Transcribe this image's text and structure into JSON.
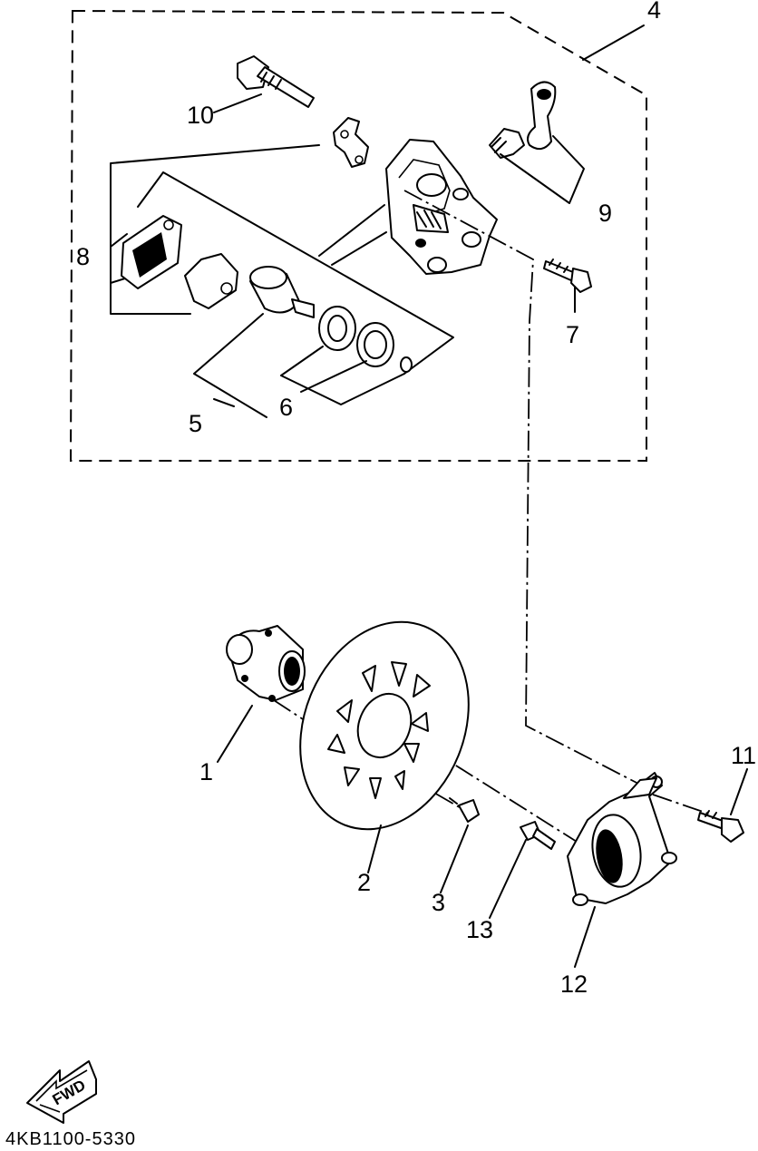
{
  "callouts": {
    "c1": "1",
    "c2": "2",
    "c3": "3",
    "c4": "4",
    "c5": "5",
    "c6": "6",
    "c7": "7",
    "c8": "8",
    "c9": "9",
    "c10": "10",
    "c11": "11",
    "c12": "12",
    "c13": "13"
  },
  "direction_arrow": {
    "label": "FWD"
  },
  "diagram_code": "4KB1100-5330"
}
